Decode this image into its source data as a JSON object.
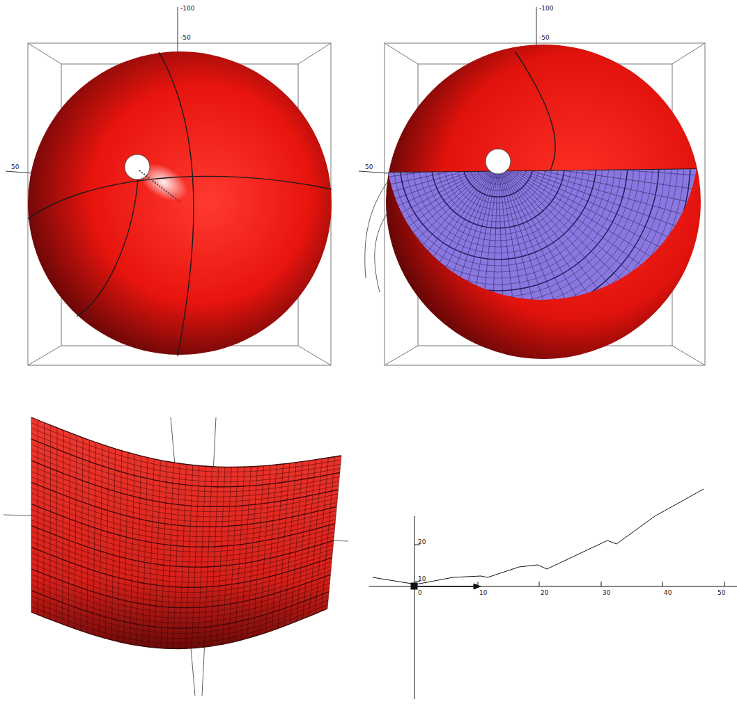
{
  "diagram": {
    "labels": [
      "-100",
      "-50",
      "50",
      "-100",
      "-50",
      "50",
      "20",
      "10",
      "0",
      "10",
      "20",
      "30",
      "40",
      "50"
    ]
  }
}
